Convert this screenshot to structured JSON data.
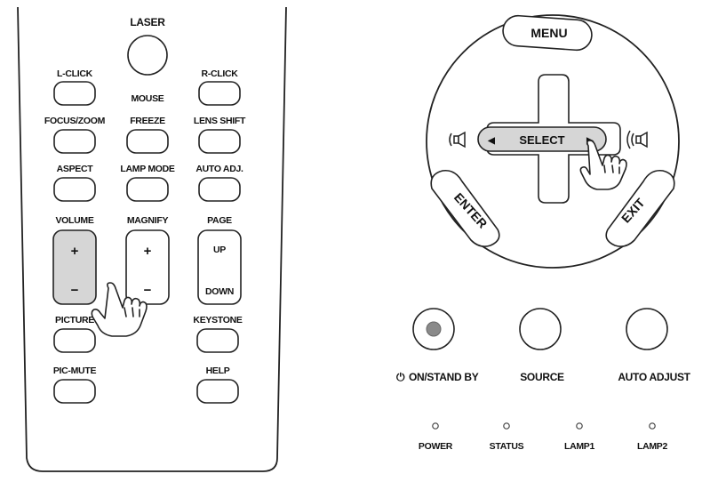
{
  "remote": {
    "laser": "LASER",
    "l_click": "L-CLICK",
    "mouse": "MOUSE",
    "r_click": "R-CLICK",
    "focus_zoom": "FOCUS/ZOOM",
    "freeze": "FREEZE",
    "lens_shift": "LENS SHIFT",
    "aspect": "ASPECT",
    "lamp_mode": "LAMP MODE",
    "auto_adj": "AUTO ADJ.",
    "volume": "VOLUME",
    "magnify": "MAGNIFY",
    "page": "PAGE",
    "plus": "+",
    "minus": "−",
    "up": "UP",
    "down": "DOWN",
    "picture": "PICTURE",
    "keystone": "KEYSTONE",
    "pic_mute": "PIC-MUTE",
    "help": "HELP"
  },
  "panel": {
    "menu": "MENU",
    "select": "SELECT",
    "enter": "ENTER",
    "exit": "EXIT",
    "on_standby": "ON/STAND BY",
    "source": "SOURCE",
    "auto_adjust": "AUTO ADJUST",
    "power": "POWER",
    "status": "STATUS",
    "lamp1": "LAMP1",
    "lamp2": "LAMP2",
    "power_symbol": "⏻",
    "arrow_left": "◀",
    "arrow_right": "▶"
  },
  "colors": {
    "highlight": "#d6d6d6",
    "power_dot": "#8a8a8a",
    "stroke": "#222222"
  },
  "icons": [
    "volume-down-icon",
    "volume-up-icon",
    "pointing-hand-icon",
    "power-icon"
  ]
}
